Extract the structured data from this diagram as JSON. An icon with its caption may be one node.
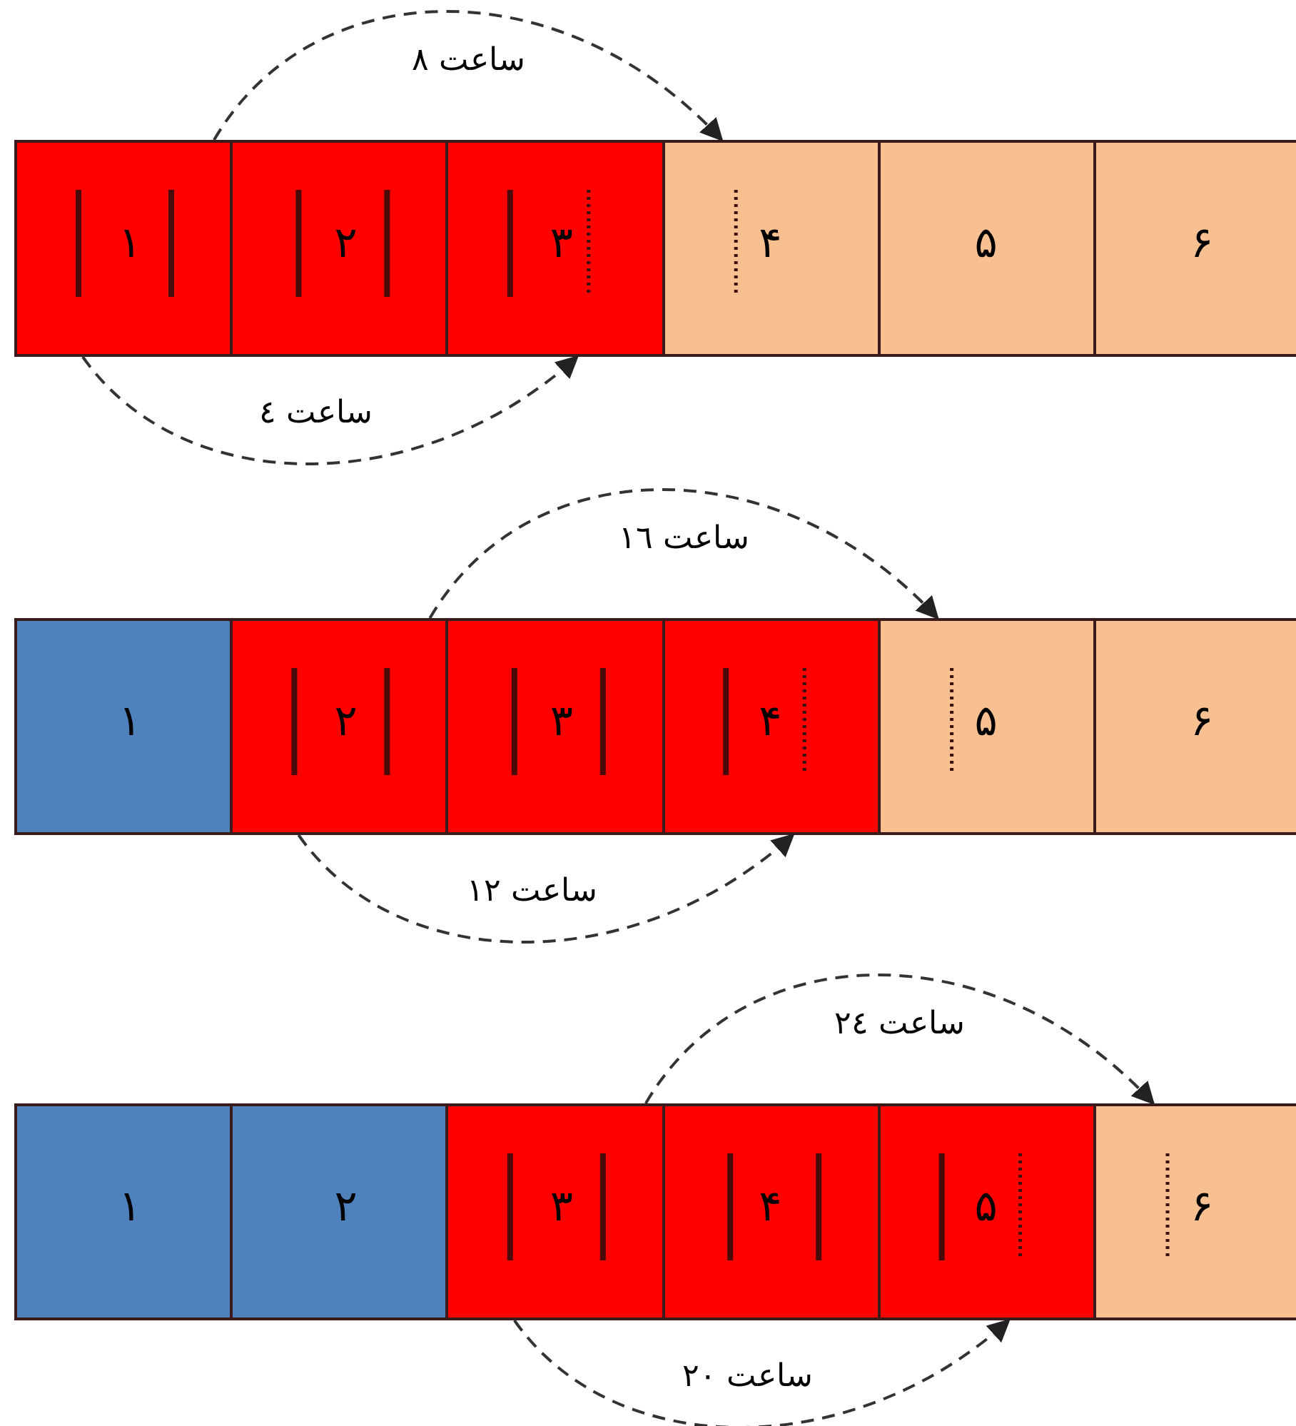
{
  "diagram": {
    "nodes": [
      {
        "text": [
          "۱"
        ]
      },
      {
        "text": [
          "۲"
        ]
      },
      {
        "text": [
          "۳"
        ]
      },
      {
        "text": [
          "۴"
        ]
      },
      {
        "text": [
          "۵"
        ]
      },
      {
        "text": [
          "۶"
        ]
      },
      {
        "text": [
          "۱"
        ]
      },
      {
        "text": [
          "۲"
        ]
      },
      {
        "text": [
          "۳"
        ]
      },
      {
        "text": [
          "۴"
        ]
      },
      {
        "text": [
          "۵"
        ]
      },
      {
        "text": [
          "۶"
        ]
      },
      {
        "text": [
          "۱"
        ]
      },
      {
        "text": [
          "۲"
        ]
      },
      {
        "text": [
          "۳"
        ]
      },
      {
        "text": [
          "۴"
        ]
      },
      {
        "text": [
          "۵"
        ]
      },
      {
        "text": [
          "۶"
        ]
      }
    ],
    "edges": [
      {
        "from": 0,
        "to": 2,
        "arrow": "to",
        "style": "dashed",
        "label": "ساعت ٤"
      },
      {
        "from": 0,
        "to": 3,
        "arrow": "to",
        "style": "dashed",
        "label": "ساعت ٨"
      },
      {
        "from": 7,
        "to": 9,
        "arrow": "to",
        "style": "dashed",
        "label": "ساعت ١٢"
      },
      {
        "from": 7,
        "to": 10,
        "arrow": "to",
        "style": "dashed",
        "label": "ساعت ١٦"
      },
      {
        "from": 14,
        "to": 16,
        "arrow": "to",
        "style": "dashed",
        "label": "ساعت ٢٠"
      },
      {
        "from": 14,
        "to": 17,
        "arrow": "to",
        "style": "dashed",
        "label": "ساعت ٢٤"
      }
    ]
  }
}
